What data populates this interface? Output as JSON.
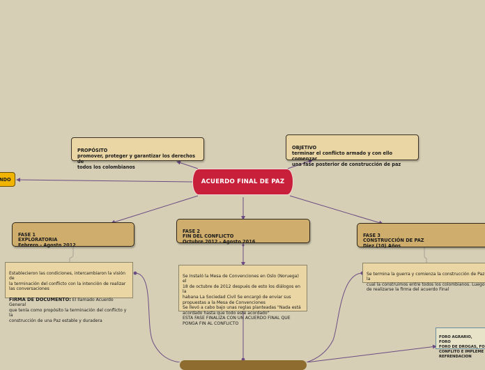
{
  "central": {
    "label": "ACUERDO FINAL DE PAZ"
  },
  "left_tag": {
    "label": "NDO"
  },
  "proposito": {
    "text": "PROPÓSITO\npromover, proteger y garantizar los derechos de\ntodos los colombianos"
  },
  "objetivo": {
    "text": "OBJETIVO\nterminar el conflicto armado y con ello comenzar\nuna fase posterior de construcción de paz"
  },
  "fase1": {
    "text": "FASE 1\nEXPLORATORIA\nFebrero - Agosto 2012",
    "note_part1": "Establecieron las condiciones, intercambiaron la visión de\nla terminación del conflicto con la intención de realizar\nlas conversaciones",
    "note_heading": "FIRMA DE DOCUMENTO:",
    "note_part2": " El llamado Acuerdo General\nque tenía como propósito la terminación del conflicto y la\nconstrucción de una Paz estable y duradera"
  },
  "fase2": {
    "text": "FASE 2\nFIN DEL CONFLICTO\nOctubre 2012 - Agosto 2016",
    "note": "Se Instaló la Mesa de Convenciones en Oslo (Noruega) el\n18 de octubre de 2012 después de esto los diálogos en la\nhabana    La Sociedad Civil Se encargó de enviar sus\npropuestas a la Mesa de Convenciones\nSe llevó a cabo bajo unas reglas planteadas \"Nada está\nacordado hasta que todo esté acordado\"\nESTA FASE FINALIZA CON UN ACUERDO FINAL QUE\nPONGA FIN AL CONFLICTO"
  },
  "fase3": {
    "text": "FASE 3\nCONSTRUCCIÓN DE PAZ\nDiez (10) Años",
    "note": "Se termina la guerra y comienza la construcción de Paz la\ncual la construimos entre todos los colombianos. Luego\nde realizarse la firma del acuerdo Final"
  },
  "foro": {
    "text": "FORO AGRARIO, FORO\nFORO DE DROGAS, FO\nCONFLITO E IMPLEME\nREFRENDACION"
  },
  "colors": {
    "central": "#c8203a",
    "connector": "#6b4b83",
    "background": "#d6cfb5"
  }
}
